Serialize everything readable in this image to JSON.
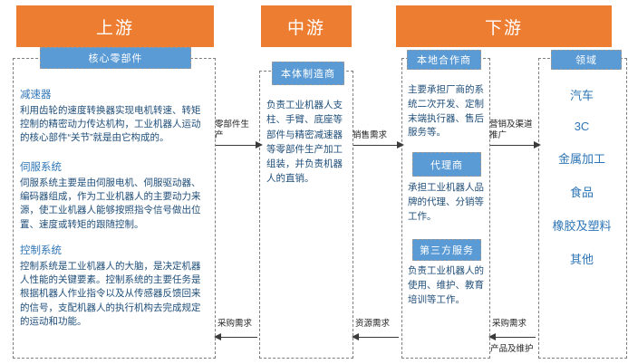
{
  "headers": {
    "upstream": "上游",
    "midstream": "中游",
    "downstream": "下游"
  },
  "chips": {
    "core_parts": "核心零部件",
    "body_manufacturer": "本体制造商",
    "local_partner": "本地合作商",
    "agent": "代理商",
    "third_party": "第三方服务",
    "field": "领域"
  },
  "upstream": {
    "blocks": [
      {
        "title": "减速器",
        "body": "利用齿轮的速度转换器实现电机转速、转矩控制的精密动力传达机构，工业机器人运动的核心部件“关节”就是由它构成的。"
      },
      {
        "title": "伺服系统",
        "body": "伺服系统主要是由伺服电机、伺服驱动器、编码器组成，作为工业机器人的主要动力来源，使工业机器人能够按照指令信号做出位置、速度或转矩的跟随控制。"
      },
      {
        "title": "控制系统",
        "body": "控制系统是工业机器人的大脑，是决定机器人性能的关键要素。控制系统的主要任务是根据机器人作业指令以及从传感器反馈回来的信号，支配机器人的执行机构去完成规定的运动和功能。"
      }
    ]
  },
  "midstream": {
    "body": "负责工业机器人支柱、手臂、底座等部件与精密减速器等零部件生产加工组装，并负责机器人的直销。"
  },
  "downstream": {
    "local_partner_body": "主要承担厂商的系统二次开发、定制末端执行器、售后服务等。",
    "agent_body": "承担工业机器人品牌的代理、分销等工作。",
    "third_party_body": "负责工业机器人的使用、维护、教育培训等工作。"
  },
  "fields": [
    "汽车",
    "3C",
    "金属加工",
    "食品",
    "橡胶及塑料",
    "其他"
  ],
  "arrows": {
    "parts_production": "零部件生产",
    "sales_demand": "销售需求",
    "marketing_channel": "营销及渠道推广",
    "procurement_demand_1": "采购需求",
    "resource_demand": "资源需求",
    "procurement_demand_2": "采购需求",
    "product_maintenance": "产品及维护"
  },
  "colors": {
    "orange": "#ED7D31",
    "blue": "#5B9BD5",
    "text_blue": "#1F4E79",
    "title_blue": "#2E75B6"
  }
}
